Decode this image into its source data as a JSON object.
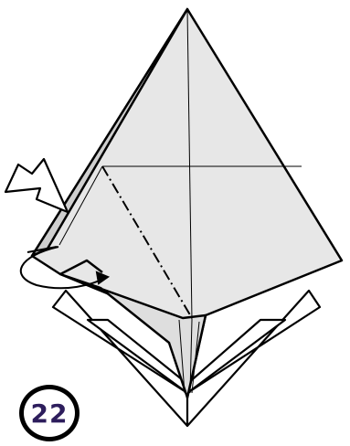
{
  "diagram": {
    "step_number": "22",
    "colors": {
      "paper_fill": "#e7e7e7",
      "back_fill": "#ffffff",
      "line": "#000000",
      "step_number": "#2d1d5c"
    },
    "symbols": [
      "push-arrow",
      "turn-over-arrow",
      "mountain-fold-line",
      "crease-lines"
    ]
  }
}
